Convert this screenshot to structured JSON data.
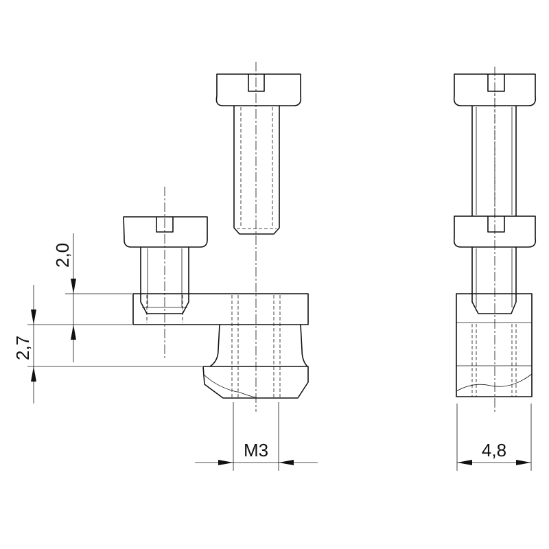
{
  "dimensions": {
    "upper_height": "2,0",
    "lower_height": "2,7",
    "thread_size": "M3",
    "width": "4,8"
  },
  "colors": {
    "line": "#111111",
    "background": "#ffffff"
  }
}
